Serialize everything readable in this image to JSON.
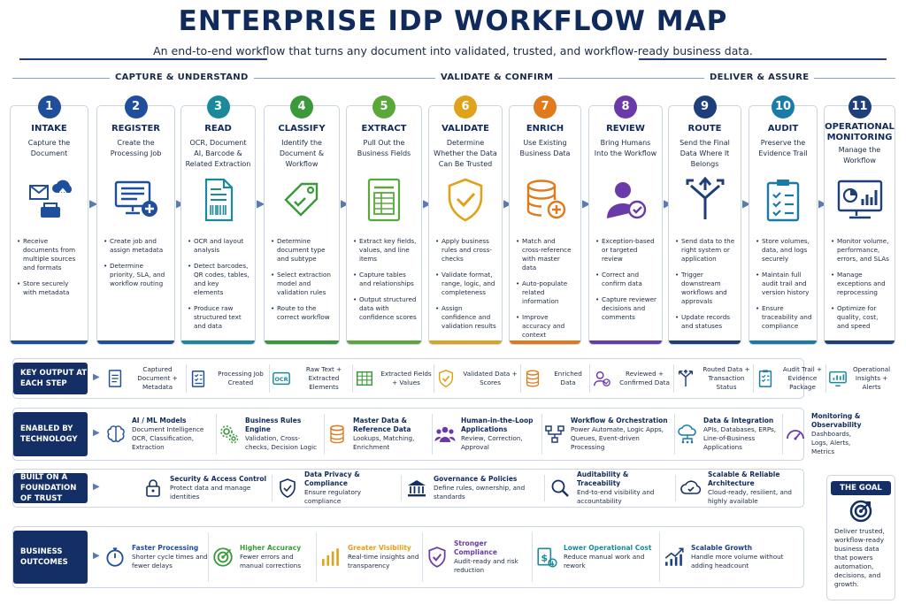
{
  "header": {
    "title": "ENTERPRISE IDP WORKFLOW MAP",
    "subtitle": "An end-to-end workflow that turns any document into validated, trusted, and workflow-ready business data."
  },
  "phases": [
    "CAPTURE & UNDERSTAND",
    "VALIDATE & CONFIRM",
    "DELIVER & ASSURE"
  ],
  "steps": [
    {
      "num": "1",
      "name": "INTAKE",
      "desc": "Capture the Document",
      "bullets": [
        "Receive documents from multiple sources and formats",
        "Store securely with metadata"
      ],
      "color": "#1f4e9c"
    },
    {
      "num": "2",
      "name": "REGISTER",
      "desc": "Create the Processing Job",
      "bullets": [
        "Create job and assign metadata",
        "Determine priority, SLA, and workflow routing"
      ],
      "color": "#1f4e9c"
    },
    {
      "num": "3",
      "name": "READ",
      "desc": "OCR, Document AI, Barcode & Related Extraction",
      "bullets": [
        "OCR and layout analysis",
        "Detect barcodes, QR codes, tables, and key elements",
        "Produce raw structured text and data"
      ],
      "color": "#1a8a9a"
    },
    {
      "num": "4",
      "name": "CLASSIFY",
      "desc": "Identify the Document & Workflow",
      "bullets": [
        "Determine document type and subtype",
        "Select extraction model and validation rules",
        "Route to the correct workflow"
      ],
      "color": "#3a9a3a"
    },
    {
      "num": "5",
      "name": "EXTRACT",
      "desc": "Pull Out the Business Fields",
      "bullets": [
        "Extract key fields, values, and line items",
        "Capture tables and relationships",
        "Output structured data with confidence scores"
      ],
      "color": "#5aa83a"
    },
    {
      "num": "6",
      "name": "VALIDATE",
      "desc": "Determine Whether the Data Can Be Trusted",
      "bullets": [
        "Apply business rules and cross-checks",
        "Validate format, range, logic, and completeness",
        "Assign confidence and validation results"
      ],
      "color": "#e0a21a"
    },
    {
      "num": "7",
      "name": "ENRICH",
      "desc": "Use Existing Business Data",
      "bullets": [
        "Match and cross-reference with master data",
        "Auto-populate related information",
        "Improve accuracy and context"
      ],
      "color": "#e07a1a"
    },
    {
      "num": "8",
      "name": "REVIEW",
      "desc": "Bring Humans Into the Workflow",
      "bullets": [
        "Exception-based or targeted review",
        "Correct and confirm data",
        "Capture reviewer decisions and comments"
      ],
      "color": "#6a3aa8"
    },
    {
      "num": "9",
      "name": "ROUTE",
      "desc": "Send the Final Data Where It Belongs",
      "bullets": [
        "Send data to the right system or application",
        "Trigger downstream workflows and approvals",
        "Update records and statuses"
      ],
      "color": "#1f3f7a"
    },
    {
      "num": "10",
      "name": "AUDIT",
      "desc": "Preserve the Evidence Trail",
      "bullets": [
        "Store volumes, data, and logs securely",
        "Maintain full audit trail and version history",
        "Ensure traceability and compliance"
      ],
      "color": "#1a7aa8"
    },
    {
      "num": "11",
      "name": "OPERATIONAL MONITORING",
      "desc": "Manage the Workflow",
      "bullets": [
        "Monitor volume, performance, errors, and SLAs",
        "Manage exceptions and reprocessing",
        "Optimize for quality, cost, and speed"
      ],
      "color": "#1f3f7a"
    }
  ],
  "key_output": {
    "label": "KEY OUTPUT AT EACH STEP",
    "items": [
      {
        "text": "Captured Document + Metadata",
        "icon": "document-icon",
        "color": "#1f4e9c"
      },
      {
        "text": "Processing Job Created",
        "icon": "checklist-icon",
        "color": "#1f4e9c"
      },
      {
        "text": "Raw Text + Extracted Elements",
        "icon": "ocr-icon",
        "color": "#1a8a9a"
      },
      {
        "text": "Extracted Fields + Values",
        "icon": "table-icon",
        "color": "#3a9a3a"
      },
      {
        "text": "Validated Data + Scores",
        "icon": "shield-check-icon",
        "color": "#e0a21a"
      },
      {
        "text": "Enriched Data",
        "icon": "database-icon",
        "color": "#e07a1a"
      },
      {
        "text": "Reviewed + Confirmed Data",
        "icon": "reviewer-icon",
        "color": "#6a3aa8"
      },
      {
        "text": "Routed Data + Transaction Status",
        "icon": "route-icon",
        "color": "#1f3f7a"
      },
      {
        "text": "Audit Trail + Evidence Package",
        "icon": "audit-icon",
        "color": "#1a7aa8"
      },
      {
        "text": "Operational Insights + Alerts",
        "icon": "chart-icon",
        "color": "#1a8a9a"
      }
    ]
  },
  "technology": {
    "label": "ENABLED BY TECHNOLOGY",
    "items": [
      {
        "title": "AI / ML Models",
        "text": "Document Intelligence OCR, Classification, Extraction",
        "icon": "brain-icon",
        "color": "#1f4e9c"
      },
      {
        "title": "Business Rules Engine",
        "text": "Validation, Cross-checks, Decision Logic",
        "icon": "gears-icon",
        "color": "#3a9a3a"
      },
      {
        "title": "Master Data & Reference Data",
        "text": "Lookups, Matching, Enrichment",
        "icon": "database-icon",
        "color": "#e07a1a"
      },
      {
        "title": "Human-in-the-Loop Applications",
        "text": "Review, Correction, Approval",
        "icon": "people-icon",
        "color": "#6a3aa8"
      },
      {
        "title": "Workflow & Orchestration",
        "text": "Power Automate, Logic Apps, Queues, Event-driven Processing",
        "icon": "flow-icon",
        "color": "#1f3f7a"
      },
      {
        "title": "Data & Integration",
        "text": "APIs, Databases, ERPs, Line-of-Business Applications",
        "icon": "cloud-network-icon",
        "color": "#1a7aa8"
      },
      {
        "title": "Monitoring & Observability",
        "text": "Dashboards, Logs, Alerts, Metrics",
        "icon": "gauge-icon",
        "color": "#6a3aa8"
      }
    ]
  },
  "foundation": {
    "label": "BUILT ON A FOUNDATION OF TRUST",
    "items": [
      {
        "title": "Security & Access Control",
        "text": "Protect data and manage identities",
        "icon": "lock-icon"
      },
      {
        "title": "Data Privacy & Compliance",
        "text": "Ensure regulatory compliance",
        "icon": "shield-icon"
      },
      {
        "title": "Governance & Policies",
        "text": "Define rules, ownership, and standards",
        "icon": "institution-icon"
      },
      {
        "title": "Auditability & Traceability",
        "text": "End-to-end visibility and accountability",
        "icon": "magnifier-icon"
      },
      {
        "title": "Scalable & Reliable Architecture",
        "text": "Cloud-ready, resilient, and highly available",
        "icon": "cloud-icon"
      }
    ]
  },
  "outcomes": {
    "label": "BUSINESS OUTCOMES",
    "items": [
      {
        "title": "Faster Processing",
        "text": "Shorter cycle times and fewer delays",
        "icon": "stopwatch-icon",
        "color": "#1f4e9c"
      },
      {
        "title": "Higher Accuracy",
        "text": "Fewer errors and manual corrections",
        "icon": "target-icon",
        "color": "#3a9a3a"
      },
      {
        "title": "Greater Visibility",
        "text": "Real-time insights and transparency",
        "icon": "bar-chart-icon",
        "color": "#e0a21a"
      },
      {
        "title": "Stronger Compliance",
        "text": "Audit-ready and risk reduction",
        "icon": "shield-check-icon",
        "color": "#6a3aa8"
      },
      {
        "title": "Lower Operational Cost",
        "text": "Reduce manual work and rework",
        "icon": "cost-icon",
        "color": "#1a8a9a"
      },
      {
        "title": "Scalable Growth",
        "text": "Handle more volume without adding headcount",
        "icon": "growth-icon",
        "color": "#1f3f7a"
      }
    ]
  },
  "goal": {
    "title": "THE GOAL",
    "text": "Deliver trusted, workflow-ready business data that powers automation, decisions, and growth."
  }
}
